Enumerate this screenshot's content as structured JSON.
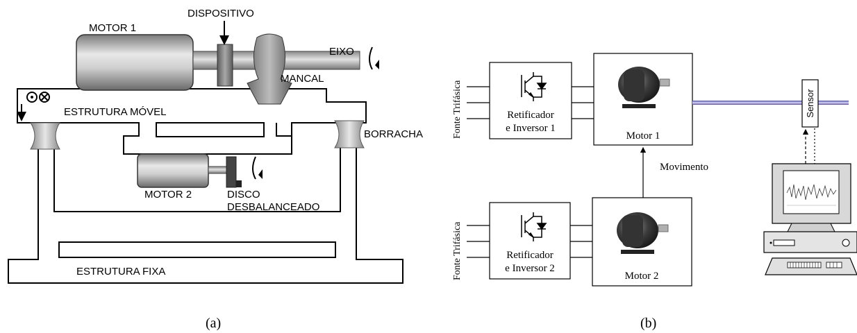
{
  "panel_a": {
    "caption": "(a)",
    "labels": {
      "motor1": "MOTOR 1",
      "dispositivo": "DISPOSITIVO",
      "eixo": "EIXO",
      "mancal": "MANCAL",
      "estrutura_movel": "ESTRUTURA MÓVEL",
      "borracha": "BORRACHA",
      "motor2": "MOTOR 2",
      "disco_line1": "DISCO",
      "disco_line2": "DESBALANCEADO",
      "estrutura_fixa": "ESTRUTURA FIXA"
    }
  },
  "panel_b": {
    "caption": "(b)",
    "labels": {
      "fonte1": "Fonte Trifásica",
      "fonte2": "Fonte Trifásica",
      "ret1_line1": "Retificador",
      "ret1_line2": "e  Inversor 1",
      "ret2_line1": "Retificador",
      "ret2_line2": "e  Inversor 2",
      "motor1": "Motor  1",
      "motor2": "Motor  2",
      "movimento": "Movimento",
      "sensor": "Sensor"
    }
  }
}
